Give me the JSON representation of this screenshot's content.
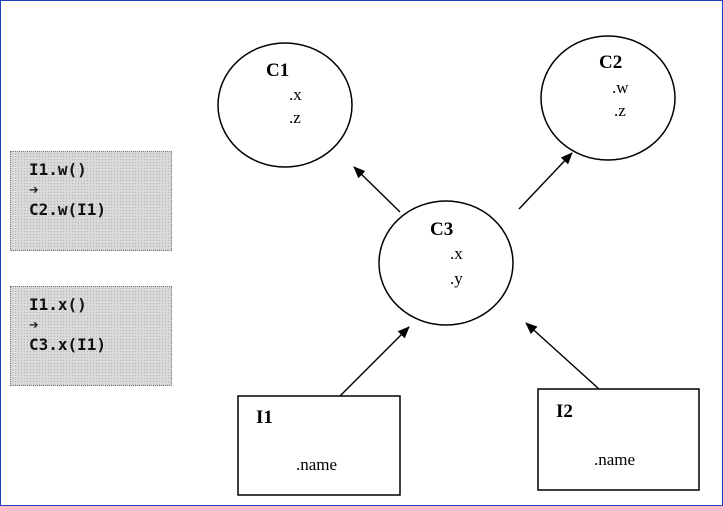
{
  "code_boxes": [
    {
      "line1": "I1.w()",
      "arrow": "➔",
      "line3": "C2.w(I1)"
    },
    {
      "line1": "I1.x()",
      "arrow": "➔",
      "line3": "C3.x(I1)"
    }
  ],
  "nodes": {
    "c1": {
      "title": "C1",
      "attrs": [
        ".x",
        ".z"
      ]
    },
    "c2": {
      "title": "C2",
      "attrs": [
        ".w",
        ".z"
      ]
    },
    "c3": {
      "title": "C3",
      "attrs": [
        ".x",
        ".y"
      ]
    },
    "i1": {
      "title": "I1",
      "attrs": [
        ".name"
      ]
    },
    "i2": {
      "title": "I2",
      "attrs": [
        ".name"
      ]
    }
  },
  "colors": {
    "frame": "#1f3fbf",
    "code_bg": "#d9d9d9",
    "ink": "#000000"
  }
}
